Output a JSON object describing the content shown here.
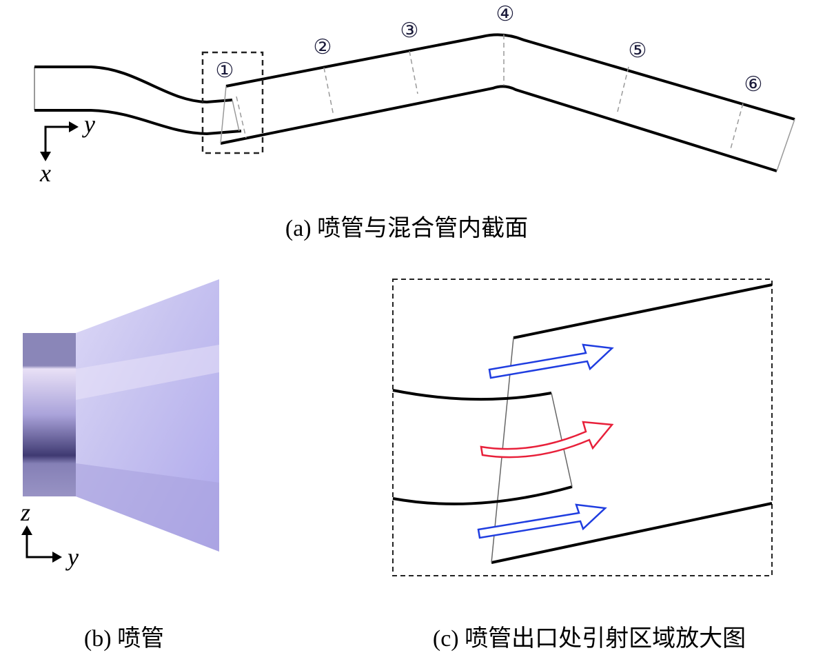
{
  "panel_a": {
    "caption": "(a) 喷管与混合管内截面",
    "section_labels": [
      "①",
      "②",
      "③",
      "④",
      "⑤",
      "⑥"
    ],
    "axis_labels": {
      "horizontal": "y",
      "vertical": "x"
    }
  },
  "panel_b": {
    "caption": "(b) 喷管",
    "axis_labels": {
      "vertical": "z",
      "horizontal": "y"
    }
  },
  "panel_c": {
    "caption": "(c) 喷管出口处引射区域放大图"
  },
  "colors": {
    "secondary_flow": "#1f3de0",
    "primary_flow": "#e8203a",
    "nozzle": "#b8b4ee"
  }
}
